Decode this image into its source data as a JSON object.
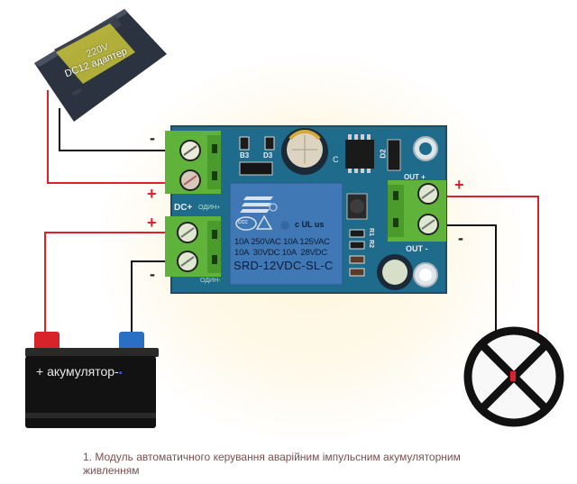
{
  "adapter": {
    "label": "DC12 адаптер",
    "label_top": "220V"
  },
  "module": {
    "terminals": {
      "input": "DC+",
      "backup": "ОДИН+",
      "backup_minus": "ОДИН-",
      "out_plus": "OUT +",
      "out_minus": "OUT -"
    },
    "components": [
      "B3",
      "D3",
      "D2",
      "C",
      "R1",
      "R2"
    ],
    "relay": {
      "line1": "10A 250VAC 10A 125VAC",
      "line2": "10A  30VDC 10A  28VDC",
      "model": "SRD-12VDC-SL-C",
      "cert_ccc": "CCC",
      "cert_ul": "c UL us"
    }
  },
  "wiring": {
    "adapter_minus": "-",
    "adapter_plus": "+",
    "battery_plus": "+",
    "battery_minus": "-",
    "out_plus": "+",
    "out_minus": "-"
  },
  "battery": {
    "label": "+ акумулятор-",
    "terminal_plus_color": "#d8232a",
    "terminal_minus_color": "#2a6fc4"
  },
  "lamp": {
    "symbol": "lamp-cross-symbol"
  },
  "colors": {
    "wire_red": "#d8232a",
    "wire_black": "#111111",
    "pcb": "#1f6b8c",
    "terminal_green": "#5fb23a",
    "relay_blue": "#3f78b5"
  },
  "caption": "1. Модуль автоматичного керування аварійним імпульсним акумуляторним живленням"
}
